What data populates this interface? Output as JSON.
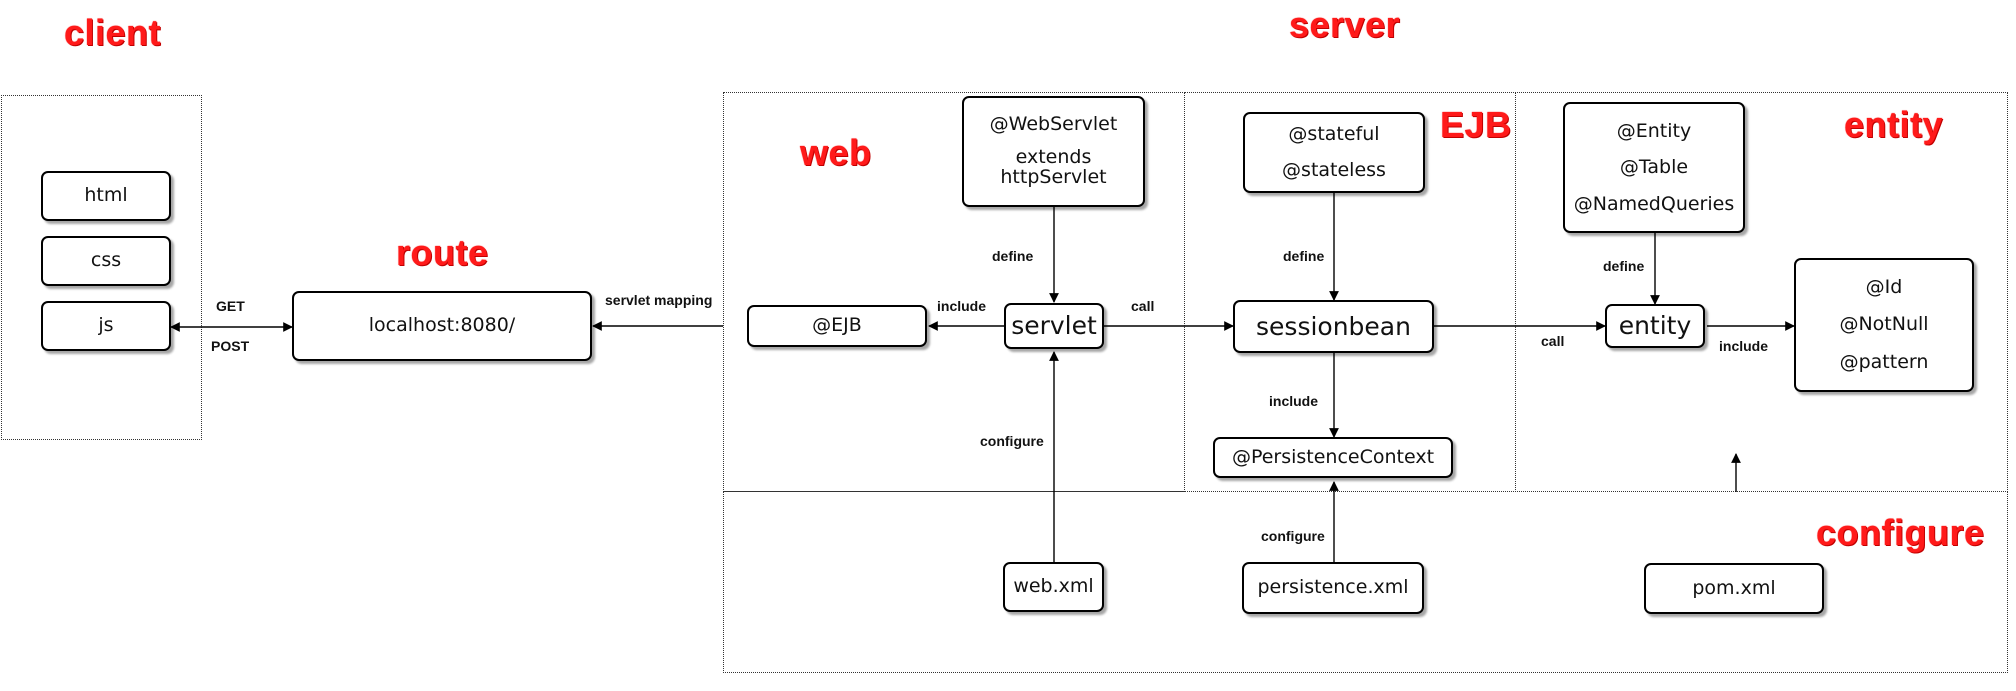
{
  "titles": {
    "client": "client",
    "server": "server",
    "route": "route",
    "web": "web",
    "ejb": "EJB",
    "entity": "entity",
    "configure": "configure"
  },
  "nodes": {
    "html": "html",
    "css": "css",
    "js": "js",
    "localhost": "localhost:8080/",
    "ejb_annotation": "@EJB",
    "servlet": "servlet",
    "webservlet": [
      "@WebServlet",
      "extends",
      "httpServlet"
    ],
    "sessionbean": "sessionbean",
    "session_annotations": [
      "@stateful",
      "@stateless"
    ],
    "persistence_context": "@PersistenceContext",
    "entity": "entity",
    "entity_annotations": [
      "@Entity",
      "@Table",
      "@NamedQueries"
    ],
    "validation_annotations": [
      "@Id",
      "@NotNull",
      "@pattern"
    ],
    "web_xml": "web.xml",
    "persistence_xml": "persistence.xml",
    "pom_xml": "pom.xml"
  },
  "edge_labels": {
    "get": "GET",
    "post": "POST",
    "servlet_mapping": "servlet mapping",
    "include_ejb": "include",
    "call_servlet": "call",
    "define_servlet": "define",
    "configure_servlet": "configure",
    "define_session": "define",
    "include_persistence": "include",
    "configure_persistence": "configure",
    "call_entity": "call",
    "define_entity": "define",
    "include_validation": "include"
  }
}
